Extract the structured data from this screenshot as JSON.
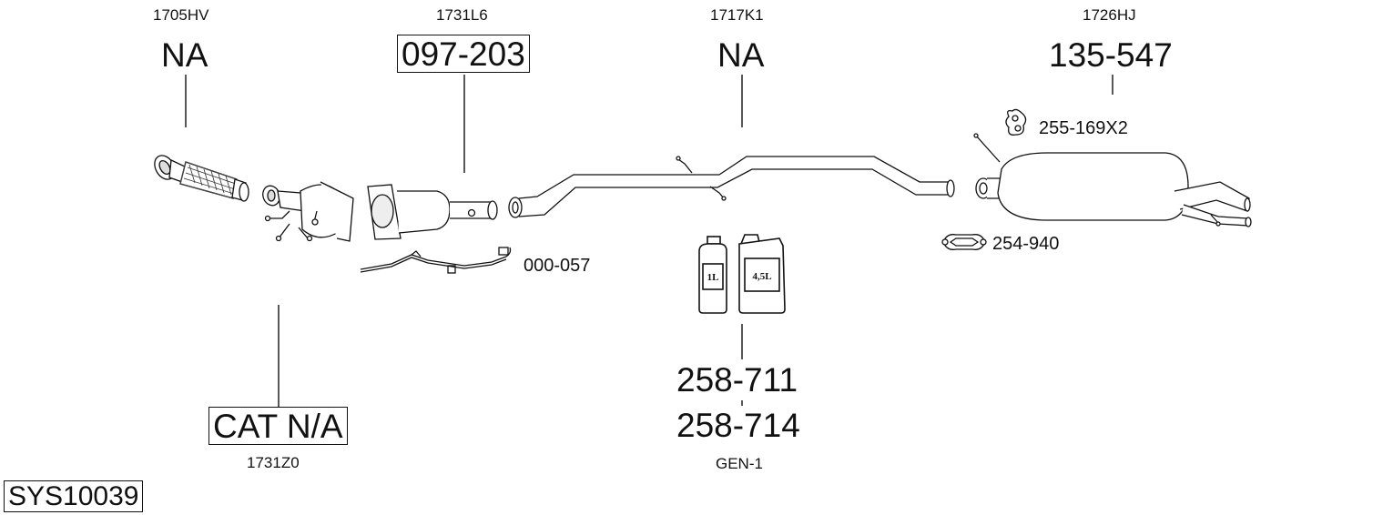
{
  "system_code": "SYS10039",
  "sections": [
    {
      "oe_ref": "1705HV",
      "part_no": "NA",
      "boxed": false
    },
    {
      "oe_ref": "1731L6",
      "part_no": "097-203",
      "boxed": true
    },
    {
      "oe_ref": "1717K1",
      "part_no": "NA",
      "boxed": false
    },
    {
      "oe_ref": "1726HJ",
      "part_no": "135-547",
      "boxed": false
    }
  ],
  "catalyst": {
    "part_no": "CAT N/A",
    "oe_ref": "1731Z0"
  },
  "fluids": {
    "part_no_1": "258-711",
    "part_no_2": "258-714",
    "oe_ref": "GEN-1",
    "small_can_label": "1L",
    "large_can_label": "4,5L"
  },
  "accessories": {
    "sensor_pipe": "000-057",
    "rubber_mount": "255-169X2",
    "clamp": "254-940"
  }
}
